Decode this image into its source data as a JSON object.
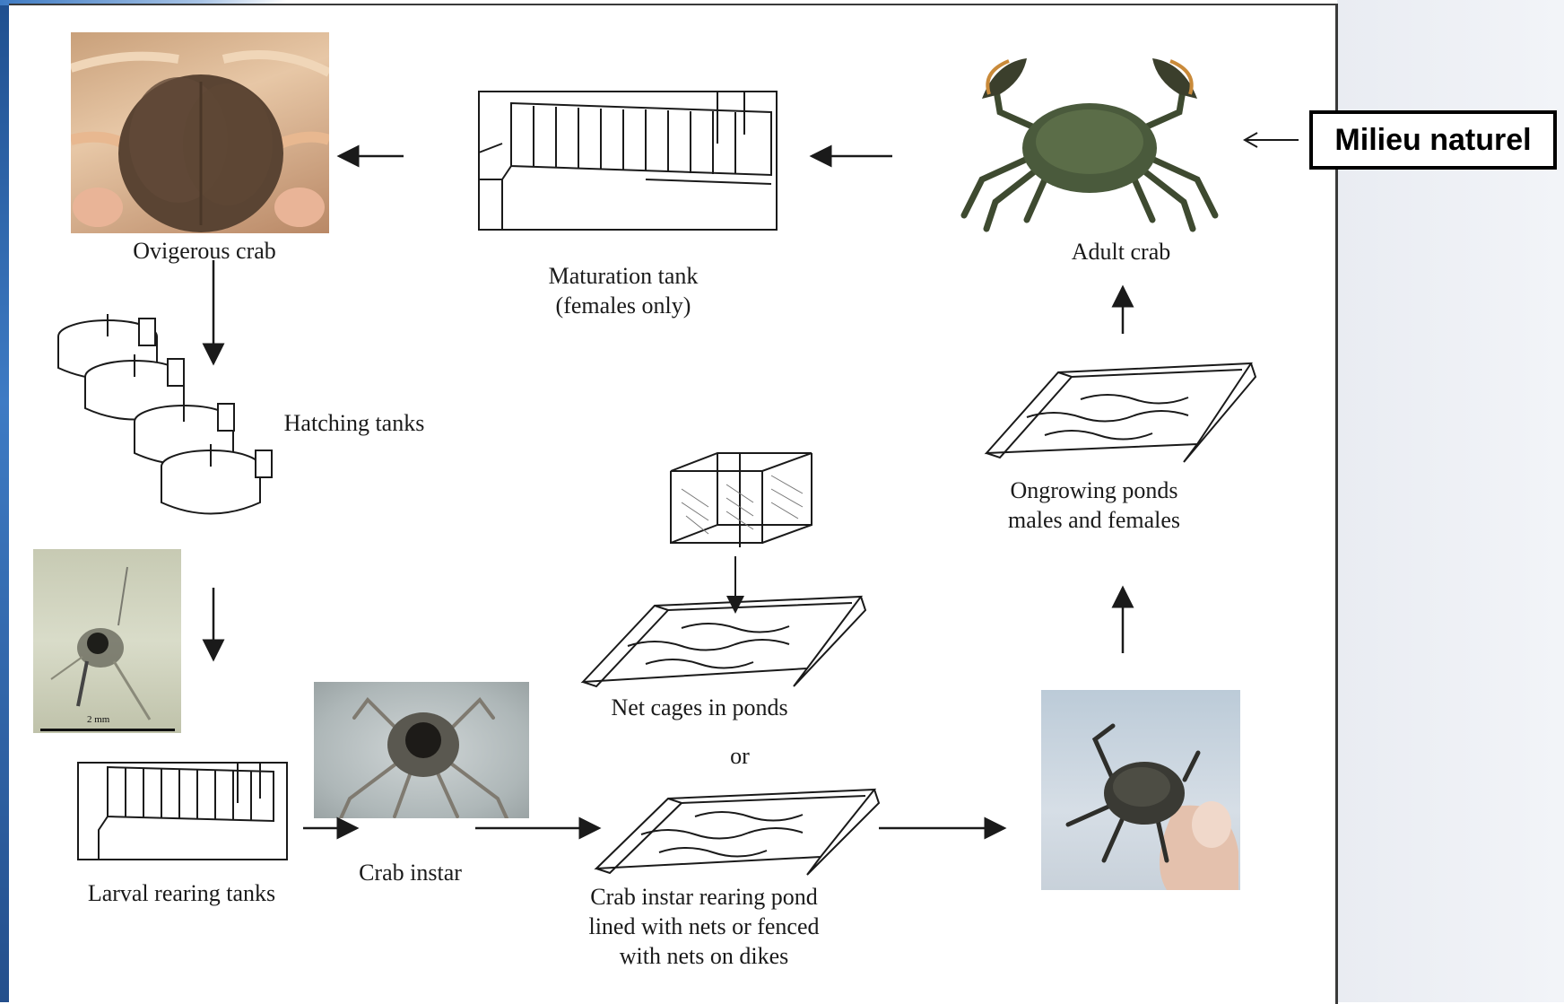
{
  "labels": {
    "ovigerous_crab": "Ovigerous crab",
    "maturation_tank": "Maturation tank\n(females only)",
    "adult_crab": "Adult crab",
    "hatching_tanks": "Hatching tanks",
    "ongrowing_ponds": "Ongrowing ponds\nmales and females",
    "net_cages": "Net cages in ponds",
    "or": "or",
    "larval_rearing_tanks": "Larval rearing tanks",
    "crab_instar": "Crab instar",
    "crab_instar_pond": "Crab instar rearing pond\nlined with nets or fenced\nwith nets on dikes",
    "scale_bar": "2 mm"
  },
  "callout": {
    "text": "Milieu naturel"
  },
  "colors": {
    "line": "#1a1a1a",
    "egg_mass": "#5a4433",
    "crab_shell": "#4a5a3c",
    "frame_accent": "#3e7bc4"
  },
  "icons": [
    "arrow-left-icon",
    "arrow-down-icon",
    "arrow-right-icon",
    "arrow-up-icon"
  ]
}
